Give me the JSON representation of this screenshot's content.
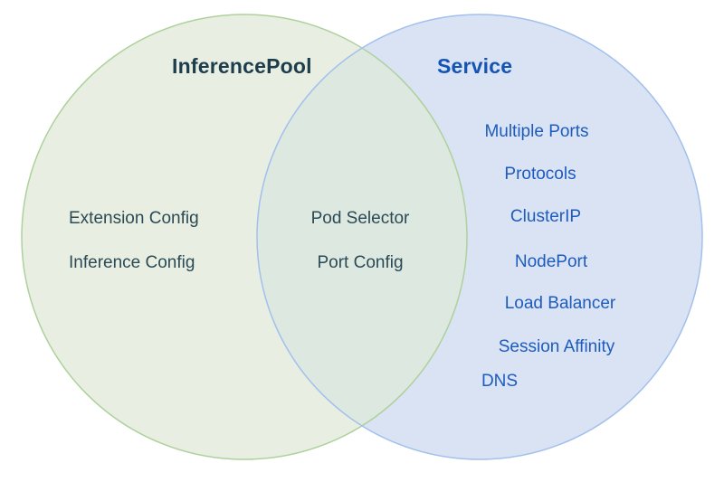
{
  "diagram": {
    "type": "venn",
    "left": {
      "title": "InferencePool",
      "items": [
        "Extension Config",
        "Inference Config"
      ]
    },
    "overlap": {
      "items": [
        "Pod Selector",
        "Port Config"
      ]
    },
    "right": {
      "title": "Service",
      "items": [
        "Multiple Ports",
        "Protocols",
        "ClusterIP",
        "NodePort",
        "Load Balancer",
        "Session Affinity",
        "DNS"
      ]
    },
    "colors": {
      "left_fill": "#e8efe2",
      "left_stroke": "#aed19c",
      "left_text_title": "#1d3d4c",
      "left_text_items": "#2b4a55",
      "right_fill": "#dae3f4",
      "right_stroke": "#a2c0ec",
      "right_text_title": "#1454b2",
      "right_text_items": "#1d5cbe",
      "overlap_fill": "#dde8e0",
      "background": "#ffffff"
    }
  }
}
